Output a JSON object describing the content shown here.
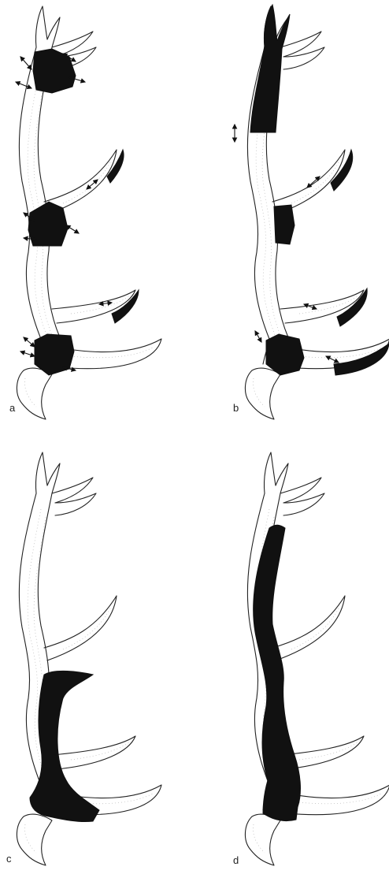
{
  "figure": {
    "panels": [
      {
        "id": "a",
        "label": "a"
      },
      {
        "id": "b",
        "label": "b"
      },
      {
        "id": "c",
        "label": "c"
      },
      {
        "id": "d",
        "label": "d"
      }
    ],
    "colors": {
      "outline": "#222222",
      "stipple": "#b8b8b8",
      "highlight": "#111111",
      "background": "#ffffff"
    }
  }
}
